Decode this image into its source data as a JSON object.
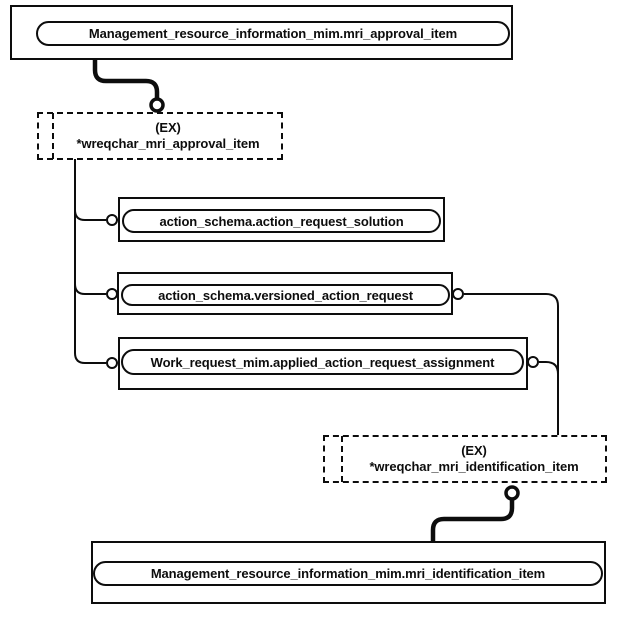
{
  "figure": {
    "background": "#ffffff",
    "line_color": "#0d0d0d",
    "nodes": {
      "top_schema_ref": {
        "label": "Management_resource_information_mim.mri_approval_item"
      },
      "approval_page_ref": {
        "tag": "(EX)",
        "label": "*wreqchar_mri_approval_item"
      },
      "entity_solution": {
        "label": "action_schema.action_request_solution"
      },
      "entity_versioned": {
        "label": "action_schema.versioned_action_request"
      },
      "entity_assignment": {
        "label": "Work_request_mim.applied_action_request_assignment"
      },
      "identification_page_ref": {
        "tag": "(EX)",
        "label": "*wreqchar_mri_identification_item"
      },
      "bottom_schema_ref": {
        "label": "Management_resource_information_mim.mri_identification_item"
      }
    }
  }
}
